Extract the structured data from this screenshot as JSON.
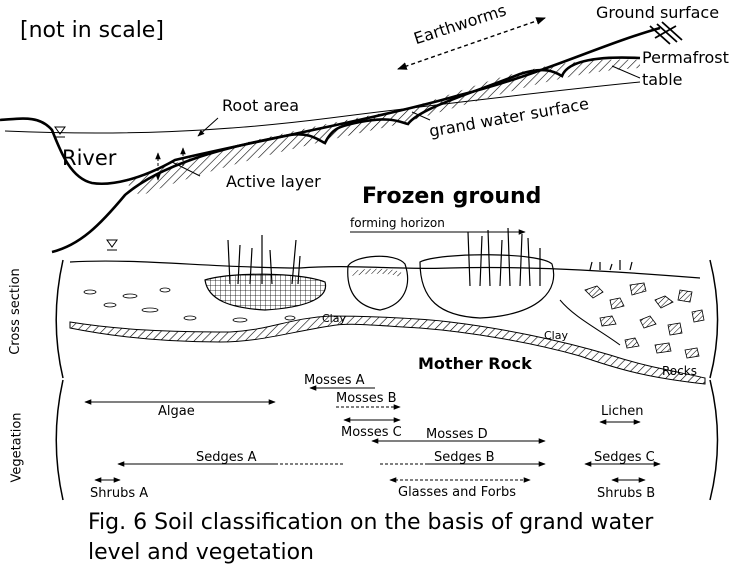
{
  "note": "[not in scale]",
  "labels": {
    "ground_surface": "Ground surface",
    "earthworms": "Earthworms",
    "permafrost": "Permafrost",
    "table": "table",
    "root_area": "Root area",
    "grand_water_surface": "grand water surface",
    "river": "River",
    "active_layer": "Active layer",
    "frozen_ground": "Frozen ground",
    "forming_horizon": "forming horizon",
    "clay_1": "Clay",
    "clay_2": "Clay",
    "mother_rock": "Mother Rock",
    "rocks": "Rocks"
  },
  "side_labels": {
    "cross_section": "Cross section",
    "vegetation": "Vegetation"
  },
  "vegetation": {
    "mosses_a": "Mosses A",
    "mosses_b": "Mosses B",
    "mosses_c": "Mosses C",
    "mosses_d": "Mosses D",
    "algae": "Algae",
    "lichen": "Lichen",
    "sedges_a": "Sedges A",
    "sedges_b": "Sedges B",
    "sedges_c": "Sedges C",
    "shrubs_a": "Shrubs A",
    "glasses_and_forbs": "Glasses and Forbs",
    "shrubs_b": "Shrubs B"
  },
  "caption": {
    "line1": "Fig. 6  Soil classification on the basis of grand water",
    "line2": "level and  vegetation"
  }
}
